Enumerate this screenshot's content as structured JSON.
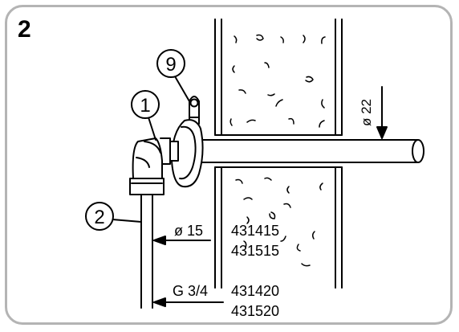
{
  "step_number": "2",
  "callouts": [
    {
      "id": "callout-9",
      "text": "9"
    },
    {
      "id": "callout-1",
      "text": "1"
    },
    {
      "id": "callout-2",
      "text": "2"
    }
  ],
  "dimension_pipe": "ø 22",
  "specs": [
    {
      "size": "ø 15",
      "codes": [
        "431415",
        "431515"
      ]
    },
    {
      "size": "G 3/4",
      "codes": [
        "431420",
        "431520"
      ]
    }
  ],
  "colors": {
    "line": "#000000",
    "frame": "#b4b4b4",
    "background": "#ffffff"
  }
}
